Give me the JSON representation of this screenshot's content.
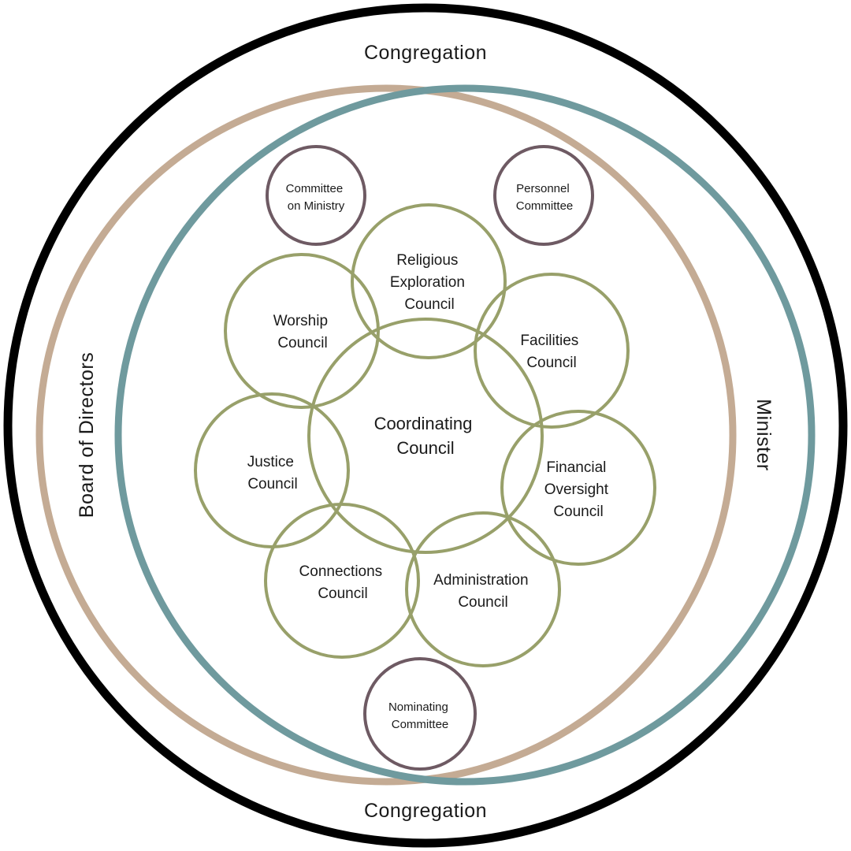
{
  "outer_labels": {
    "congregation_top": "Congregation",
    "congregation_bottom": "Congregation",
    "board": "Board of Directors",
    "minister": "Minister"
  },
  "councils": {
    "coordinating": [
      "Coordinating",
      "Council"
    ],
    "religious_exploration": [
      "Religious",
      "Exploration",
      "Council"
    ],
    "worship": [
      "Worship",
      "Council"
    ],
    "facilities": [
      "Facilities",
      "Council"
    ],
    "justice": [
      "Justice",
      "Council"
    ],
    "financial_oversight": [
      "Financial",
      "Oversight",
      "Council"
    ],
    "connections": [
      "Connections",
      "Council"
    ],
    "administration": [
      "Administration",
      "Council"
    ]
  },
  "committees": {
    "ministry": [
      "Committee",
      "on Ministry"
    ],
    "personnel": [
      "Personnel",
      "Committee"
    ],
    "nominating": [
      "Nominating",
      "Committee"
    ]
  },
  "colors": {
    "congregation_ring": "#000000",
    "board_ring": "#c4ab94",
    "minister_ring": "#6f9a9e",
    "council_ring": "#98a06a",
    "committee_ring": "#6e5a63"
  }
}
